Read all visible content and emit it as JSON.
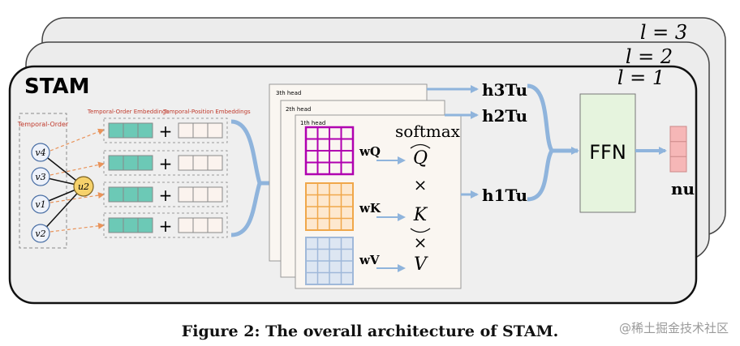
{
  "diagram": {
    "main_label": "STAM",
    "layers": [
      "l = 3",
      "l = 2",
      "l = 1"
    ],
    "temporal_order_title": "Temporal-Order",
    "temporal_order_embeddings_label": "Temporal-Order Embeddings",
    "temporal_position_embeddings_label": "Temporal-Position Embeddings",
    "nodes": [
      "v4",
      "v3",
      "v1",
      "v2"
    ],
    "center_node": "u2",
    "plus_sign": "+",
    "heads": [
      "3th head",
      "2th head",
      "1th head"
    ],
    "weights": [
      "wQ",
      "wK",
      "wV"
    ],
    "softmax_label": "softmax",
    "attention_terms": [
      "Q",
      "×",
      "K",
      "×",
      "V"
    ],
    "head_outputs": [
      "h3Tu",
      "h2Tu",
      "h1Tu"
    ],
    "ffn_label": "FFN",
    "output_label": "nu",
    "colors": {
      "teal": "#6cc9b6",
      "purple": "#b000b0",
      "orange": "#f0a74a",
      "blue_grid": "#9fb8d9",
      "ffn_fill": "#e6f4de",
      "output_fill": "#f6b7b7",
      "arrow_blue": "#8fb4dc",
      "link_red": "#c0392b"
    }
  },
  "caption": "Figure 2: The overall architecture of STAM.",
  "watermark": "@稀土掘金技术社区"
}
